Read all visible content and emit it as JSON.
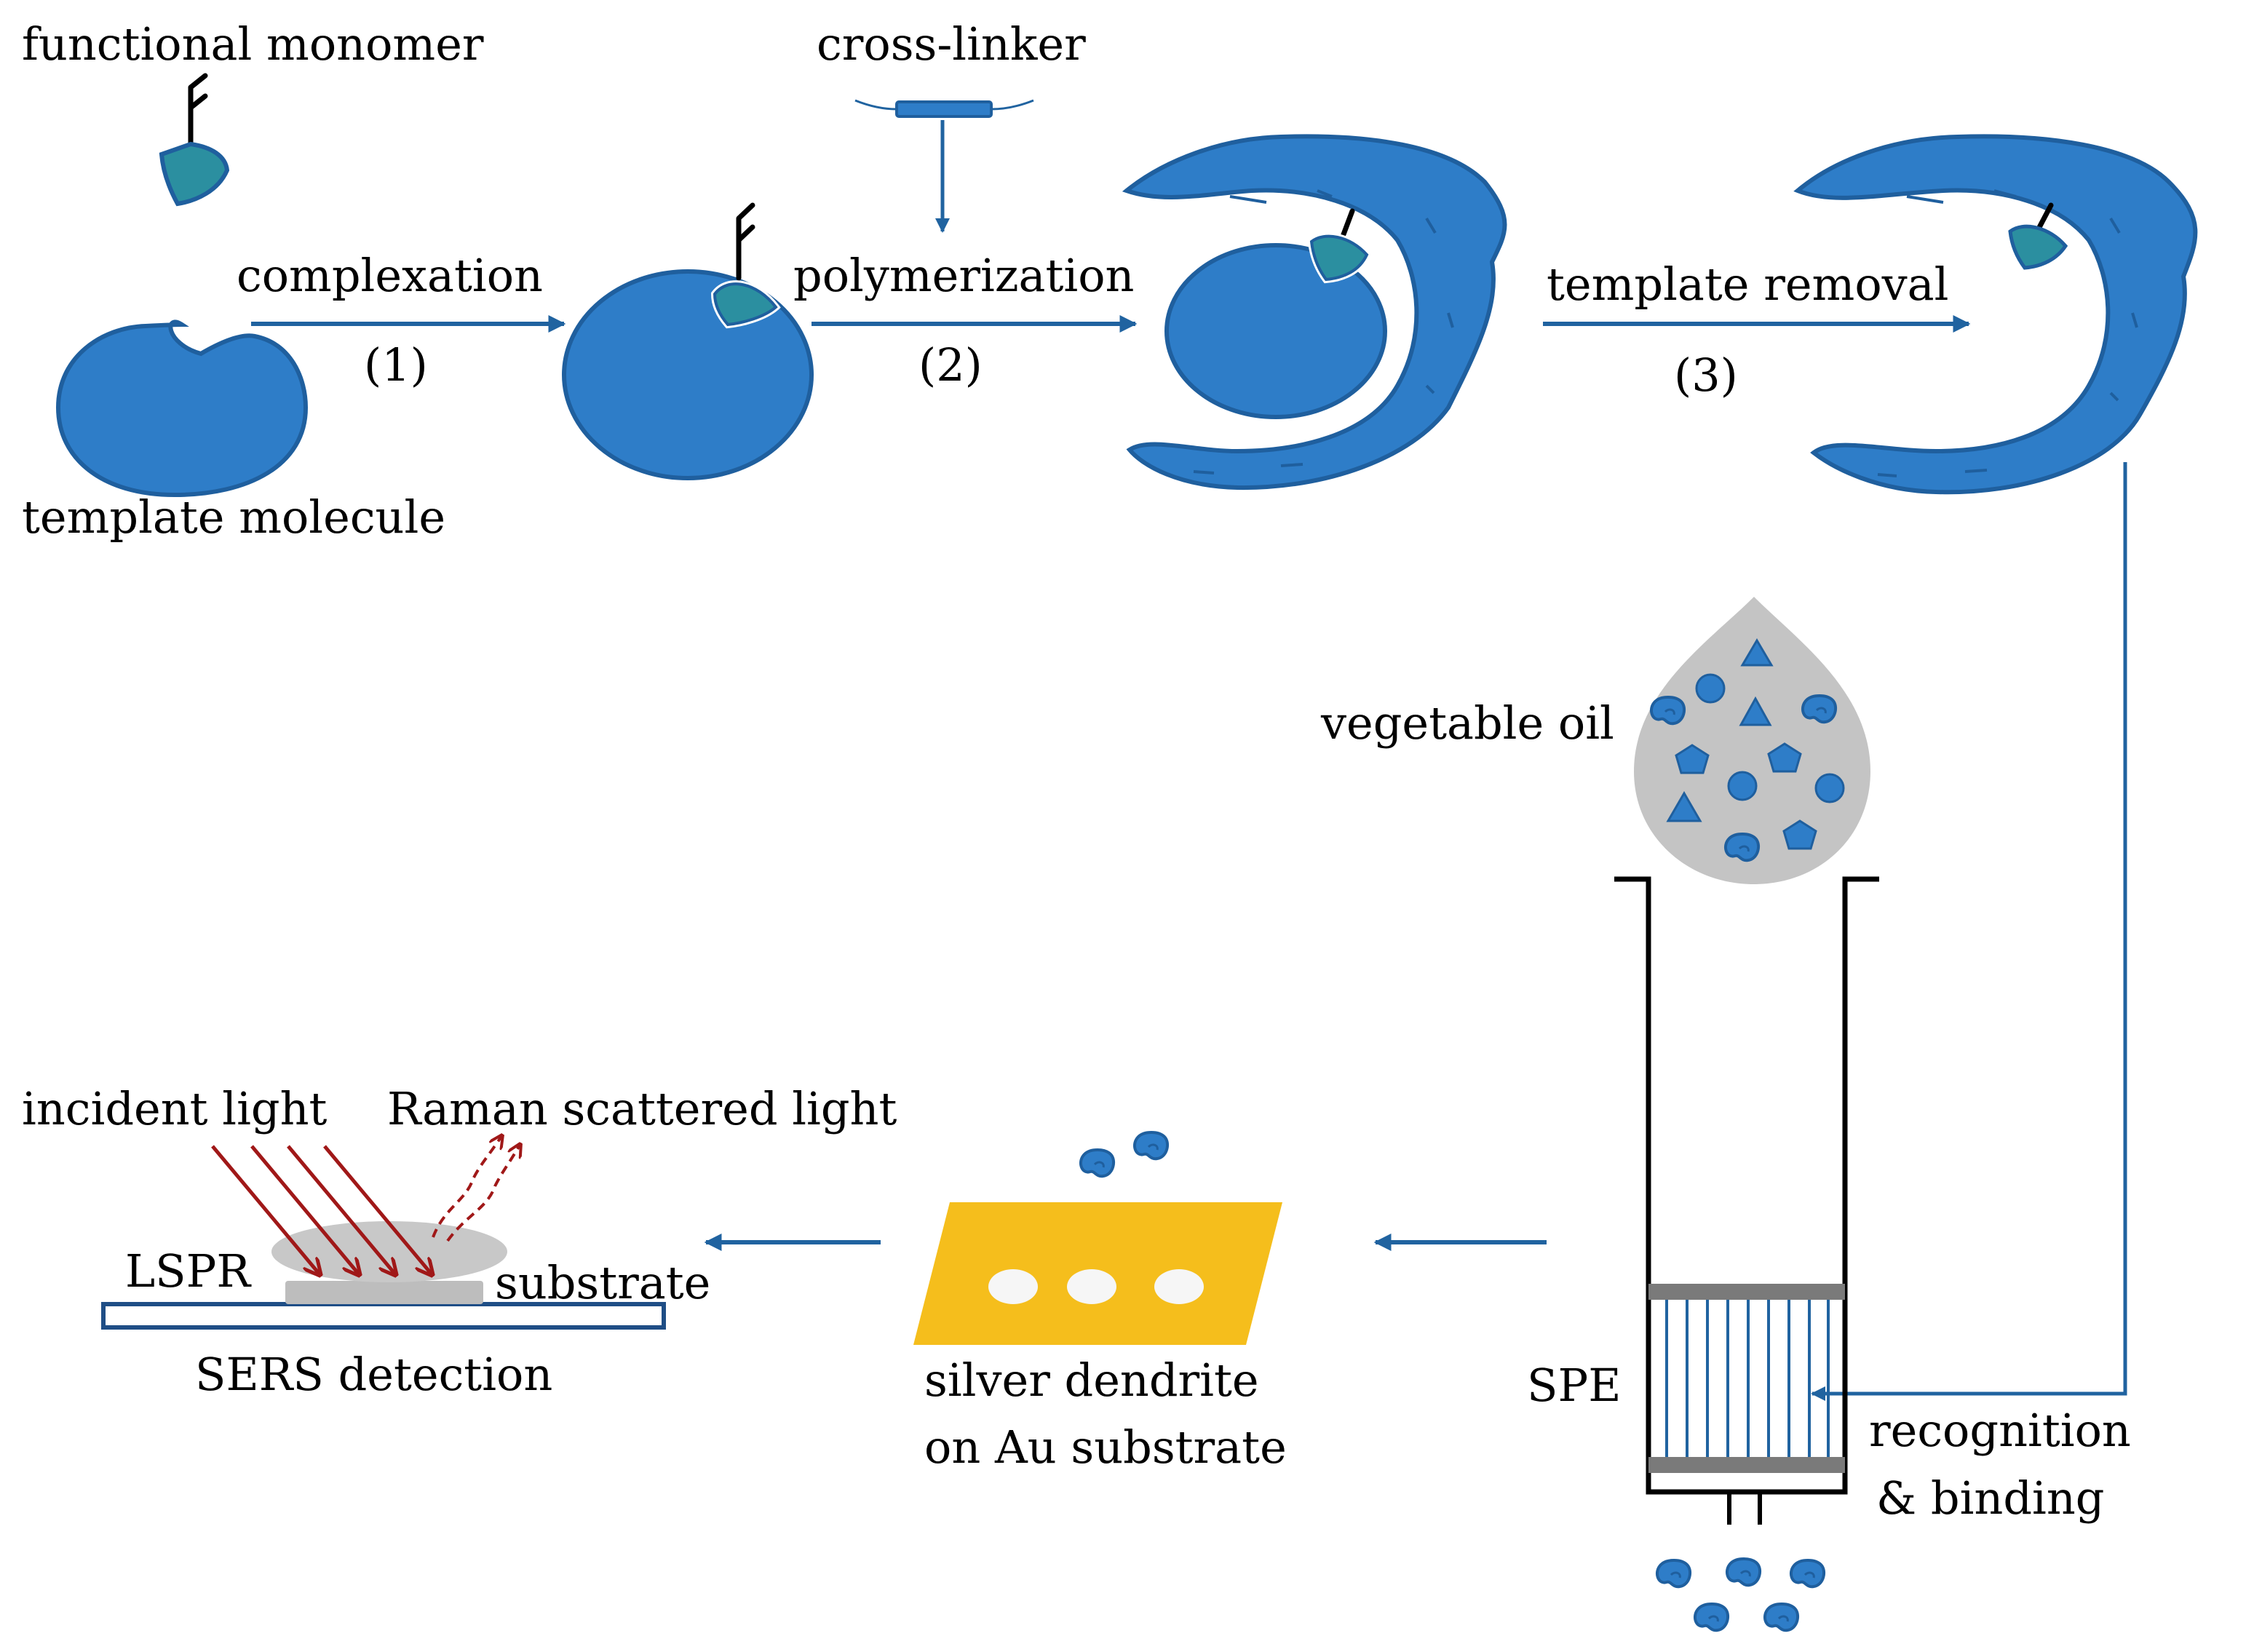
{
  "labels": {
    "functional_monomer": "functional monomer",
    "cross_linker": "cross-linker",
    "complexation": "complexation",
    "step1": "(1)",
    "polymerization": "polymerization",
    "step2": "(2)",
    "template_removal": "template removal",
    "step3": "(3)",
    "template_molecule": "template molecule",
    "vegetable_oil": "vegetable oil",
    "spe": "SPE",
    "recognition": "recognition",
    "binding": "& binding",
    "silver_dendrite": "silver dendrite",
    "on_au_substrate": "on Au substrate",
    "incident_light": "incident light",
    "raman_scattered_light": "Raman scattered light",
    "lspr": "LSPR",
    "substrate": "substrate",
    "sers_detection": "SERS detection"
  },
  "colors": {
    "blue_fill": "#2E7DC8",
    "blue_stroke": "#1F5F9E",
    "monomer_fill": "#2B8FA0",
    "arrow": "#2063A0",
    "droplet": "#C4C4C4",
    "gold": "#F5BE1C",
    "laser_red": "#A01818",
    "grey_block": "#BDBDBD"
  }
}
